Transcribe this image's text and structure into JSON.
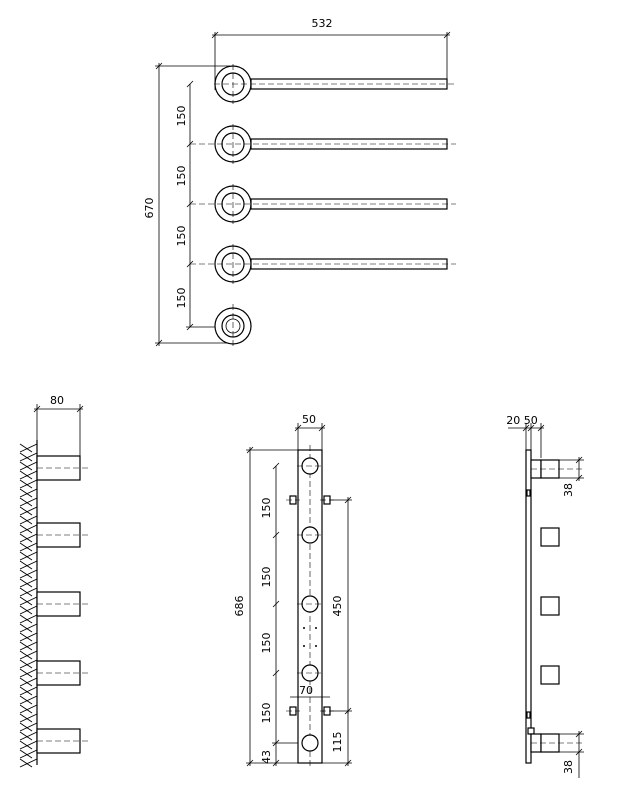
{
  "top_view": {
    "width_label": "532",
    "height_label": "670",
    "spacing_labels": [
      "150",
      "150",
      "150",
      "150"
    ]
  },
  "side_view": {
    "depth_label": "80"
  },
  "front_view": {
    "width_label": "50",
    "total_height_label": "686",
    "spacing_labels": [
      "150",
      "150",
      "150",
      "150"
    ],
    "bottom_label": "43",
    "fixing_span_label": "450",
    "fixing_bottom_label": "115",
    "fixing_width_label": "70"
  },
  "profile_view": {
    "top_labels": "20 50",
    "upper_label": "38",
    "lower_label": "38"
  }
}
